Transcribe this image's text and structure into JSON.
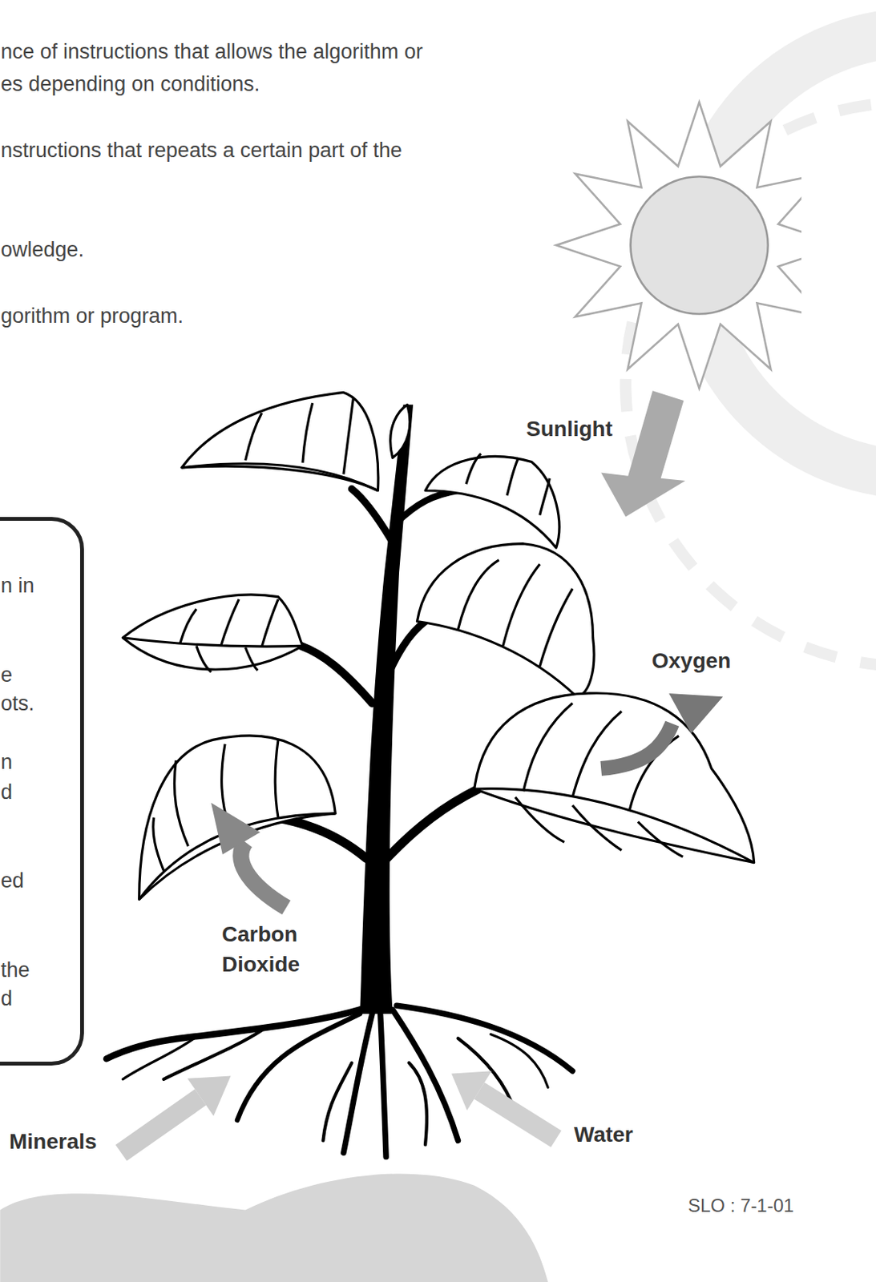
{
  "diagram": {
    "nodes": [
      {
        "text": [
          "n in",
          "e",
          "ots.",
          "n",
          "d",
          "ed",
          "the",
          "d"
        ]
      }
    ],
    "labels": [
      "nce of instructions that allows the algorithm or",
      "es depending on conditions.",
      "nstructions that repeats a certain part of the",
      "owledge.",
      "gorithm or program.",
      "Sunlight",
      "Oxygen",
      "Carbon Dioxide",
      "Minerals",
      "Water",
      "SLO : 7-1-01"
    ]
  }
}
